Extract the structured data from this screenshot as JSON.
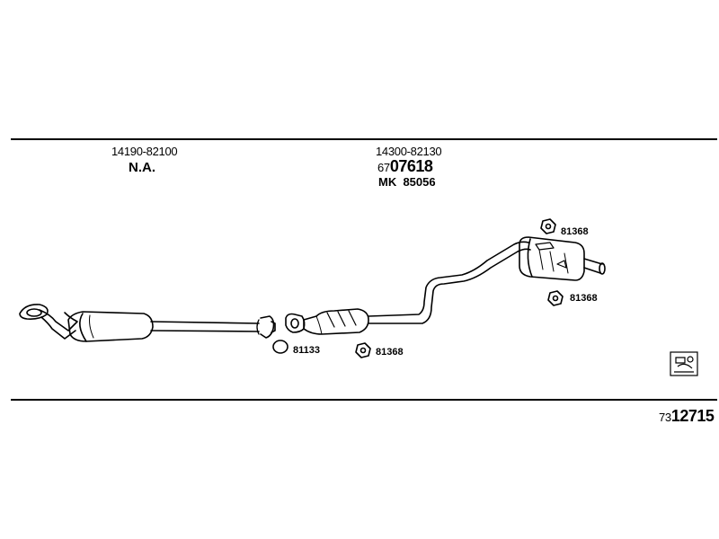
{
  "header": {
    "front_part_no": "14190-82100",
    "front_status": "N.A.",
    "rear_part_no": "14300-82130",
    "rear_code_prefix": "67",
    "rear_code_main": "07618",
    "rear_mk_prefix": "MK",
    "rear_mk_number": "85056"
  },
  "parts": {
    "gasket_label": "81133",
    "hanger_top_label": "81368",
    "hanger_bottom_label": "81368",
    "hanger_center_label": "81368"
  },
  "footer": {
    "code_prefix": "73",
    "code_main": "12715"
  }
}
